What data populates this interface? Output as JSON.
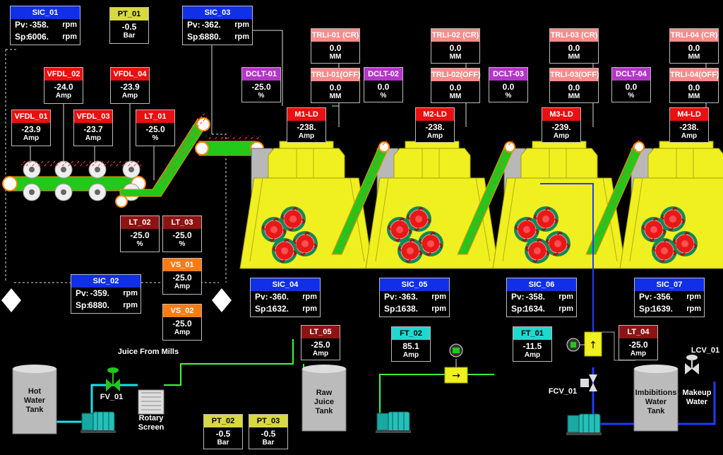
{
  "sic_01": {
    "title": "SIC_01",
    "pv_label": "Pv:",
    "sp_label": "Sp:",
    "pv": "-358.",
    "sp": "6006.",
    "unit": "rpm"
  },
  "sic_02": {
    "title": "SIC_02",
    "pv_label": "Pv:",
    "sp_label": "Sp:",
    "pv": "-359.",
    "sp": "6880.",
    "unit": "rpm"
  },
  "sic_03": {
    "title": "SIC_03",
    "pv_label": "Pv:",
    "sp_label": "Sp:",
    "pv": "-362.",
    "sp": "6880.",
    "unit": "rpm"
  },
  "sic_04": {
    "title": "SIC_04",
    "pv_label": "Pv:",
    "sp_label": "Sp:",
    "pv": "-360.",
    "sp": "1632.",
    "unit": "rpm"
  },
  "sic_05": {
    "title": "SIC_05",
    "pv_label": "Pv:",
    "sp_label": "Sp:",
    "pv": "-363.",
    "sp": "1638.",
    "unit": "rpm"
  },
  "sic_06": {
    "title": "SIC_06",
    "pv_label": "Pv:",
    "sp_label": "Sp:",
    "pv": "-358.",
    "sp": "1634.",
    "unit": "rpm"
  },
  "sic_07": {
    "title": "SIC_07",
    "pv_label": "Pv:",
    "sp_label": "Sp:",
    "pv": "-356.",
    "sp": "1639.",
    "unit": "rpm"
  },
  "pt_01": {
    "title": "PT_01",
    "value": "-0.5",
    "unit": "Bar"
  },
  "pt_02": {
    "title": "PT_02",
    "value": "-0.5",
    "unit": "Bar"
  },
  "pt_03": {
    "title": "PT_03",
    "value": "-0.5",
    "unit": "Bar"
  },
  "vfdl_01": {
    "title": "VFDL_01",
    "value": "-23.9",
    "unit": "Amp"
  },
  "vfdl_02": {
    "title": "VFDL_02",
    "value": "-24.0",
    "unit": "Amp"
  },
  "vfdl_03": {
    "title": "VFDL_03",
    "value": "-23.7",
    "unit": "Amp"
  },
  "vfdl_04": {
    "title": "VFDL_04",
    "value": "-23.9",
    "unit": "Amp"
  },
  "lt_01": {
    "title": "LT_01",
    "value": "-25.0",
    "unit": "%"
  },
  "lt_02": {
    "title": "LT_02",
    "value": "-25.0",
    "unit": "%"
  },
  "lt_03": {
    "title": "LT_03",
    "value": "-25.0",
    "unit": "%"
  },
  "lt_04": {
    "title": "LT_04",
    "value": "-25.0",
    "unit": "Amp"
  },
  "lt_05": {
    "title": "LT_05",
    "value": "-25.0",
    "unit": "Amp"
  },
  "vs_01": {
    "title": "VS_01",
    "value": "-25.0",
    "unit": "Amp"
  },
  "vs_02": {
    "title": "VS_02",
    "value": "-25.0",
    "unit": "Amp"
  },
  "ft_01": {
    "title": "FT_01",
    "value": "-11.5",
    "unit": "Amp"
  },
  "ft_02": {
    "title": "FT_02",
    "value": "85.1",
    "unit": "Amp"
  },
  "dclt_01": {
    "title": "DCLT-01",
    "value": "-25.0",
    "unit": "%"
  },
  "dclt_02": {
    "title": "DCLT-02",
    "value": "0.0",
    "unit": "%"
  },
  "dclt_03": {
    "title": "DCLT-03",
    "value": "0.0",
    "unit": "%"
  },
  "dclt_04": {
    "title": "DCLT-04",
    "value": "0.0",
    "unit": "%"
  },
  "trli_01_cr": {
    "title": "TRLI-01 (CR)",
    "value": "0.0",
    "unit": "MM"
  },
  "trli_01_off": {
    "title": "TRLI-01(OFF)",
    "value": "0.0",
    "unit": "MM"
  },
  "trli_02_cr": {
    "title": "TRLI-02 (CR)",
    "value": "0.0",
    "unit": "MM"
  },
  "trli_02_off": {
    "title": "TRLI-02(OFF)",
    "value": "0.0",
    "unit": "MM"
  },
  "trli_03_cr": {
    "title": "TRLI-03 (CR)",
    "value": "0.0",
    "unit": "MM"
  },
  "trli_03_off": {
    "title": "TRLI-03(OFF)",
    "value": "0.0",
    "unit": "MM"
  },
  "trli_04_cr": {
    "title": "TRLI-04 (CR)",
    "value": "0.0",
    "unit": "MM"
  },
  "trli_04_off": {
    "title": "TRLI-04(OFF)",
    "value": "0.0",
    "unit": "MM"
  },
  "m1_ld": {
    "title": "M1-LD",
    "value": "-238.",
    "unit": "Amp"
  },
  "m2_ld": {
    "title": "M2-LD",
    "value": "-238.",
    "unit": "Amp"
  },
  "m3_ld": {
    "title": "M3-LD",
    "value": "-239.",
    "unit": "Amp"
  },
  "m4_ld": {
    "title": "M4-LD",
    "value": "-238.",
    "unit": "Amp"
  },
  "labels": {
    "juice_from_mills": "Juice From Mills",
    "fv_01": "FV_01",
    "fcv_01": "FCV_01",
    "lcv_01": "LCV_01",
    "hot_water_tank": [
      "Hot",
      "Water",
      "Tank"
    ],
    "rotary_screen": [
      "Rotary",
      "Screen"
    ],
    "raw_juice_tank": [
      "Raw",
      "Juice",
      "Tank"
    ],
    "imbibitions_water_tank": [
      "Imbibitions",
      "Water",
      "Tank"
    ],
    "makeup_water": [
      "Makeup",
      "Water"
    ]
  },
  "colors": {
    "conveyor_green": "#22c81a",
    "mill_yellow": "#f0f020",
    "roller_red": "#e01818",
    "water_blue": "#1e3cff",
    "hot_water_cyan": "#1ee0e8",
    "juice_green": "#39ff39",
    "pump_teal": "#16a8a0"
  }
}
